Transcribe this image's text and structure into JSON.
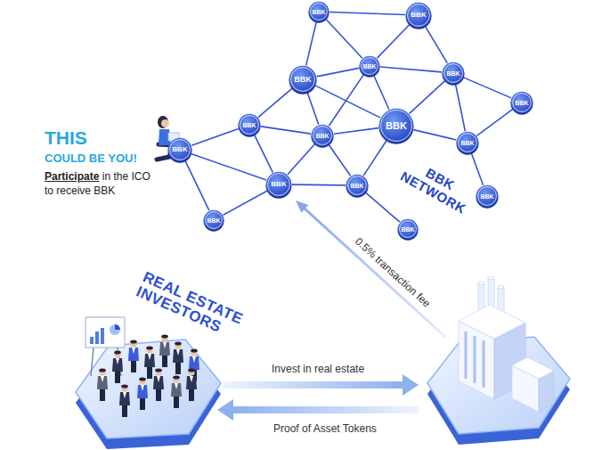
{
  "diagram": {
    "nodes": [
      {
        "text": [
          "BBK"
        ]
      },
      {
        "text": [
          "BBK"
        ]
      },
      {
        "text": [
          "BBK"
        ]
      },
      {
        "text": [
          "BBK"
        ]
      },
      {
        "text": [
          "BBK"
        ]
      },
      {
        "text": [
          "BBK"
        ]
      },
      {
        "text": [
          "BBK"
        ]
      },
      {
        "text": [
          "BBK"
        ]
      },
      {
        "text": [
          "BBK"
        ]
      },
      {
        "text": [
          "BBK"
        ]
      },
      {
        "text": [
          "BBK"
        ]
      },
      {
        "text": [
          "BBK"
        ]
      },
      {
        "text": [
          "BBK"
        ]
      },
      {
        "text": [
          "BBK"
        ]
      },
      {
        "text": [
          "BBK"
        ]
      },
      {
        "text": [
          "BBK"
        ]
      },
      {
        "text": [
          "REAL ESTATE INVESTORS"
        ]
      }
    ],
    "edges": [
      {
        "from": 0,
        "to": 1,
        "arrow": "none"
      },
      {
        "from": 0,
        "to": 2,
        "arrow": "none"
      },
      {
        "from": 0,
        "to": 3,
        "arrow": "none"
      },
      {
        "from": 1,
        "to": 3,
        "arrow": "none"
      },
      {
        "from": 1,
        "to": 4,
        "arrow": "none"
      },
      {
        "from": 2,
        "to": 3,
        "arrow": "none"
      },
      {
        "from": 2,
        "to": 6,
        "arrow": "none"
      },
      {
        "from": 2,
        "to": 8,
        "arrow": "none"
      },
      {
        "from": 2,
        "to": 7,
        "arrow": "none"
      },
      {
        "from": 3,
        "to": 7,
        "arrow": "none"
      },
      {
        "from": 3,
        "to": 8,
        "arrow": "none"
      },
      {
        "from": 3,
        "to": 4,
        "arrow": "none"
      },
      {
        "from": 4,
        "to": 5,
        "arrow": "none"
      },
      {
        "from": 4,
        "to": 7,
        "arrow": "none"
      },
      {
        "from": 4,
        "to": 9,
        "arrow": "none"
      },
      {
        "from": 5,
        "to": 9,
        "arrow": "none"
      },
      {
        "from": 6,
        "to": 8,
        "arrow": "none"
      },
      {
        "from": 6,
        "to": 10,
        "arrow": "none"
      },
      {
        "from": 6,
        "to": 11,
        "arrow": "none"
      },
      {
        "from": 7,
        "to": 8,
        "arrow": "none"
      },
      {
        "from": 7,
        "to": 9,
        "arrow": "none"
      },
      {
        "from": 7,
        "to": 12,
        "arrow": "none"
      },
      {
        "from": 8,
        "to": 11,
        "arrow": "none"
      },
      {
        "from": 8,
        "to": 12,
        "arrow": "none"
      },
      {
        "from": 9,
        "to": 13,
        "arrow": "none"
      },
      {
        "from": 10,
        "to": 11,
        "arrow": "none"
      },
      {
        "from": 10,
        "to": 14,
        "arrow": "none"
      },
      {
        "from": 11,
        "to": 14,
        "arrow": "none"
      },
      {
        "from": 11,
        "to": 12,
        "arrow": "none"
      },
      {
        "from": 12,
        "to": 15,
        "arrow": "none"
      }
    ],
    "labels": [
      "THIS",
      "COULD BE YOU!",
      "Participate",
      "in the ICO to receive BBK",
      "BBK NETWORK",
      "0.5% transaction fee",
      "Invest in real estate",
      "Proof of Asset Tokens"
    ]
  }
}
